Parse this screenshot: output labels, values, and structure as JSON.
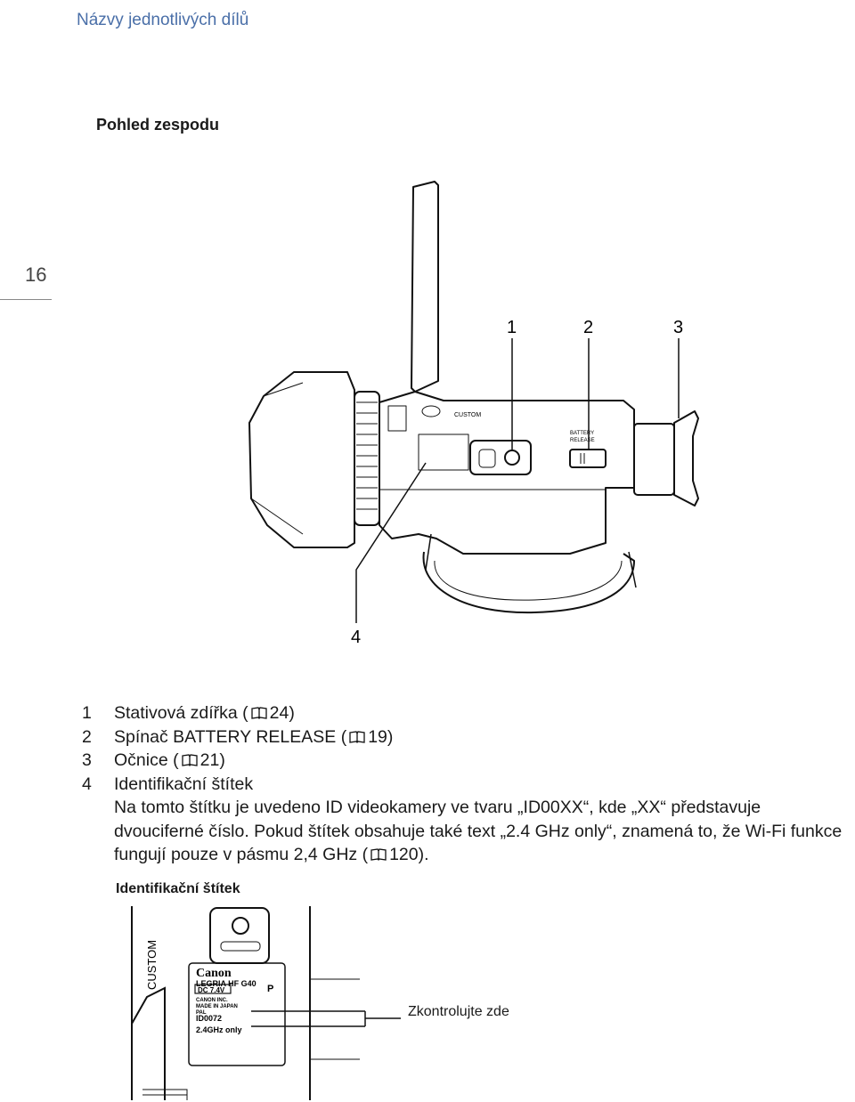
{
  "header": {
    "title": "Názvy jednotlivých dílů"
  },
  "section": {
    "title": "Pohled zespodu"
  },
  "page": {
    "number": "16"
  },
  "figure": {
    "callouts": [
      "1",
      "2",
      "3",
      "4"
    ],
    "custom_text": "CUSTOM",
    "battery_line1": "BATTERY",
    "battery_line2": "RELEASE"
  },
  "items": [
    {
      "num": "1",
      "pre": "Stativová zdířka (",
      "ref": "24",
      "post": ")"
    },
    {
      "num": "2",
      "pre": "Spínač BATTERY RELEASE (",
      "ref": "19",
      "post": ")"
    },
    {
      "num": "3",
      "pre": "Očnice (",
      "ref": "21",
      "post": ")"
    },
    {
      "num": "4",
      "pre": "Identifikační štítek",
      "ref": "",
      "post": ""
    }
  ],
  "item4_desc": {
    "pre": "Na tomto štítku je uvedeno ID videokamery ve tvaru „ID00XX“, kde „XX“ představuje dvouciferné číslo. Pokud štítek obsahuje také text „2.4 GHz only“, znamená to, že Wi-Fi funkce fungují pouze v pásmu 2,4 GHz (",
    "ref": "120",
    "post": ")."
  },
  "id_label": {
    "title": "Identifikační štítek",
    "custom_text": "CUSTOM",
    "brand": "Canon",
    "model": "LEGRIA HF G40",
    "power": "DC 7.4V",
    "maker": "CANON INC.",
    "origin": "MADE IN JAPAN",
    "system": "PAL",
    "id_code": "ID0072",
    "band": "2.4GHz only",
    "p_mark": "P",
    "check_label": "Zkontrolujte zde"
  }
}
